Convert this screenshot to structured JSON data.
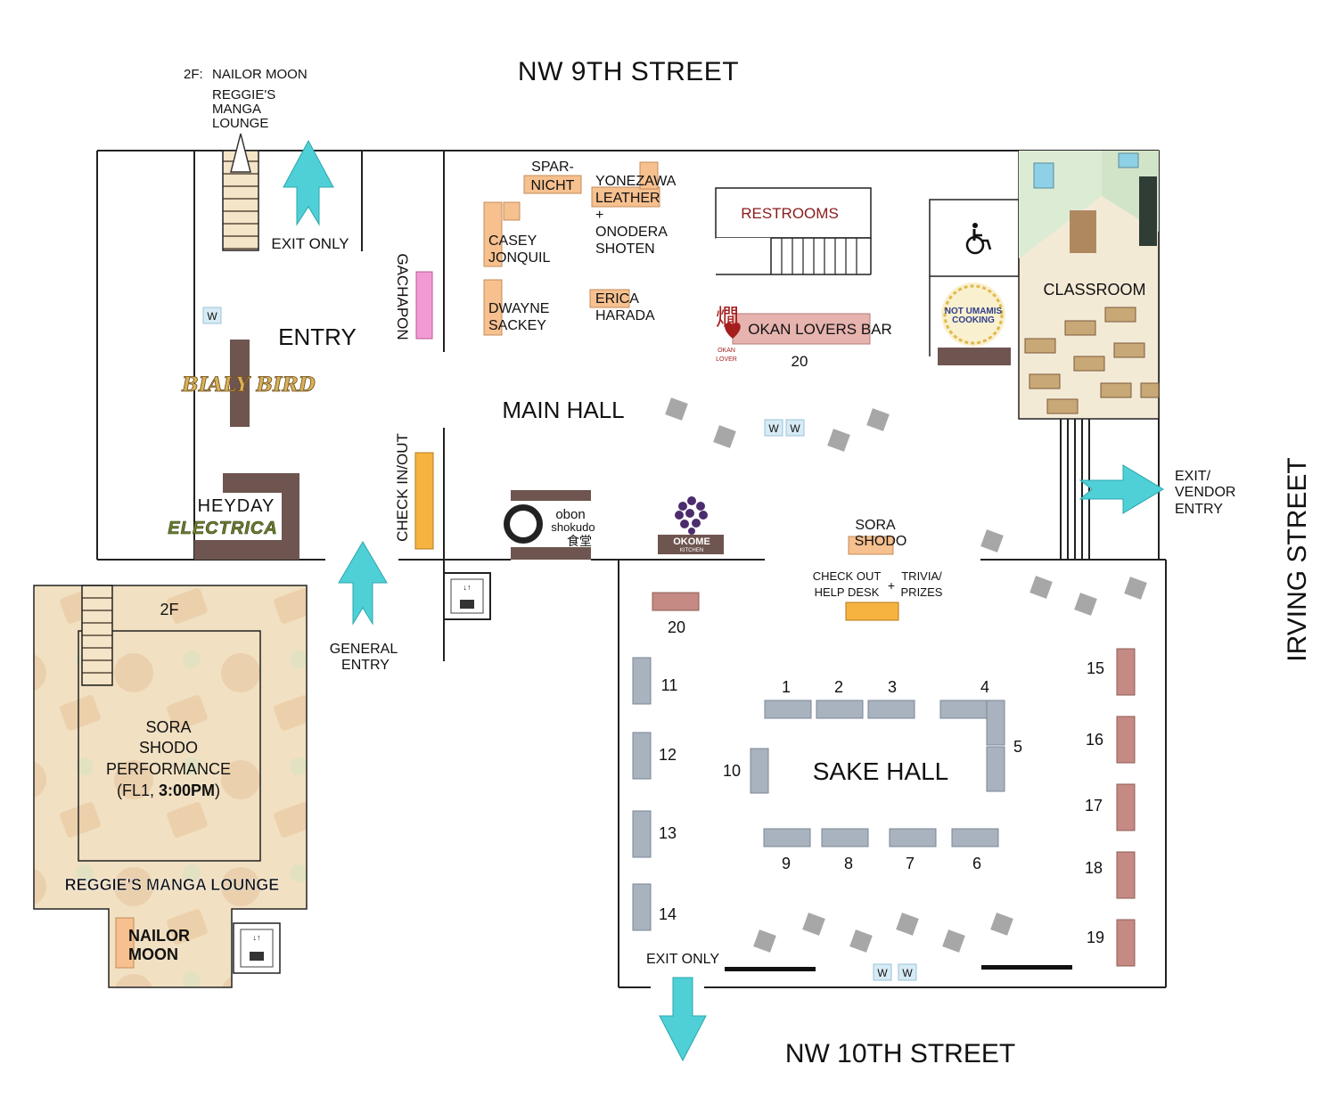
{
  "streets": {
    "north": "NW 9TH STREET",
    "south": "NW 10TH STREET",
    "east": "IRVING STREET"
  },
  "second_floor_note": {
    "prefix": "2F:",
    "line1": "NAILOR MOON",
    "line2": "REGGIE'S",
    "line3": "MANGA",
    "line4": "LOUNGE"
  },
  "entry": {
    "title": "ENTRY",
    "exit_only": "EXIT ONLY",
    "general_entry_1": "GENERAL",
    "general_entry_2": "ENTRY",
    "w_icon": "W"
  },
  "vendors_logo": {
    "bialy_bird": "BIALY BIRD",
    "heyday": "HEYDAY",
    "electrica": "ELECTRICA",
    "obon_line1": "obon",
    "obon_line2": "shokudo",
    "obon_kanji": "食堂",
    "okome": "OKOME",
    "okome_sub": "KITCHEN",
    "okan_kanji": "燗",
    "okan_sub1": "OKAN",
    "okan_sub2": "LOVER",
    "not_umamis_1": "NOT UMAMIS",
    "not_umamis_2": "COOKING"
  },
  "main_hall": {
    "title": "MAIN HALL",
    "gachapon": "GACHAPON",
    "check_in_out": "CHECK IN/OUT",
    "sparnicht_1": "SPAR-",
    "sparnicht_2": "NICHT",
    "yonezawa_1": "YONEZAWA",
    "yonezawa_2": "LEATHER",
    "yonezawa_plus": "+",
    "yonezawa_3": "ONODERA",
    "yonezawa_4": "SHOTEN",
    "casey_1": "CASEY",
    "casey_2": "JONQUIL",
    "dwayne_1": "DWAYNE",
    "dwayne_2": "SACKEY",
    "erica_1": "ERICA",
    "erica_2": "HARADA",
    "restrooms": "RESTROOMS",
    "okan_bar": "OKAN LOVERS BAR",
    "okan_num": "20",
    "classroom": "CLASSROOM",
    "exit_vendor_1": "EXIT/",
    "exit_vendor_2": "VENDOR",
    "exit_vendor_3": "ENTRY",
    "sora_1": "SORA",
    "sora_2": "SHODO",
    "w_icon": "W"
  },
  "sake_hall": {
    "title": "SAKE HALL",
    "checkout_1": "CHECK OUT",
    "checkout_2": "HELP DESK",
    "plus": "+",
    "trivia_1": "TRIVIA/",
    "trivia_2": "PRIZES",
    "exit_only": "EXIT ONLY",
    "w_icon": "W",
    "tables": [
      "1",
      "2",
      "3",
      "4",
      "5",
      "6",
      "7",
      "8",
      "9",
      "10",
      "11",
      "12",
      "13",
      "14",
      "15",
      "16",
      "17",
      "18",
      "19",
      "20"
    ]
  },
  "second_floor": {
    "label": "2F",
    "sora_1": "SORA",
    "sora_2": "SHODO",
    "sora_3": "PERFORMANCE",
    "sora_4_a": "(FL1, ",
    "sora_4_b": "3:00PM",
    "sora_4_c": ")",
    "lounge": "REGGIE'S MANGA LOUNGE",
    "nailor_1": "NAILOR",
    "nailor_2": "MOON"
  },
  "colors": {
    "arrow": "#4fd0d6",
    "vendor_orange": "#f6c08f",
    "booth_brown": "#6e5550",
    "sake_table": "#a9b3bf",
    "sake_table_red": "#c48a83",
    "gachapon": "#f29bd2",
    "checkin": "#f6b33f",
    "gray_diamond": "#a7a7a7",
    "restroom_text": "#8b1a1a",
    "lounge_bg": "#f2e2c6"
  }
}
